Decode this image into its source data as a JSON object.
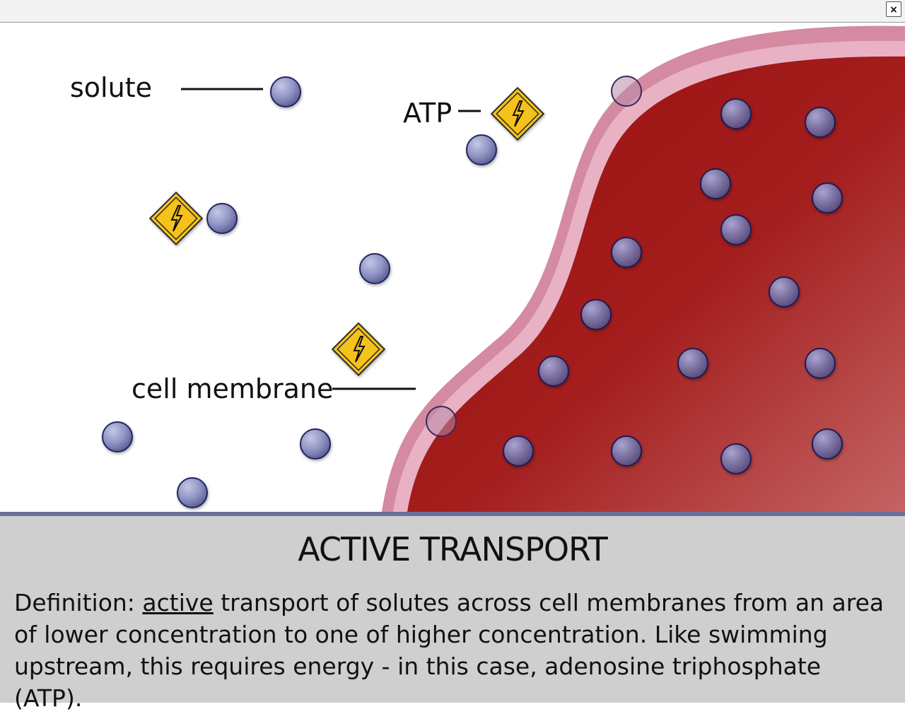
{
  "window": {
    "close_icon": "close-icon",
    "close_label": "×"
  },
  "diagram": {
    "labels": {
      "solute": "solute",
      "atp": "ATP",
      "cell_membrane": "cell membrane"
    },
    "colors": {
      "cell_interior": "#a31c1c",
      "membrane_pink": "#d98aa2",
      "solute_fill": "#8f93c2",
      "solute_stroke": "#23265e",
      "atp_fill": "#f5c21b"
    }
  },
  "caption": {
    "title": "ACTIVE TRANSPORT",
    "definition_prefix": "Definition:  ",
    "definition_keyword": "active",
    "definition_rest": " transport of solutes across cell membranes from an area of lower concentration to one of higher concentration.  Like swimming upstream, this requires energy - in this case, adenosine triphosphate (ATP)."
  }
}
